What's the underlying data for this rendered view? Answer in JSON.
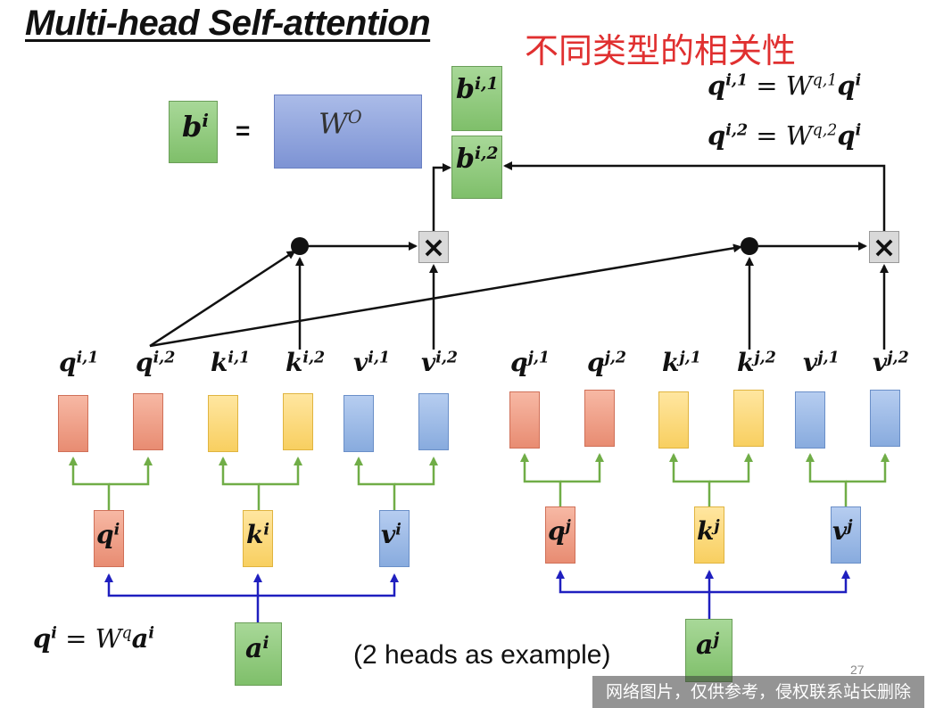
{
  "title": "Multi-head Self-attention",
  "subtitle": "不同类型的相关性",
  "output": {
    "b": "b",
    "b_sup": "i",
    "equals": "=",
    "wo": "W",
    "wo_sup": "O",
    "b1": "b",
    "b1_sup": "i,1",
    "b2": "b",
    "b2_sup": "i,2"
  },
  "formulas": [
    {
      "lhs": "q",
      "lhs_sup": "i,1",
      "eq": " = ",
      "w": "W",
      "w_sup": "q,1",
      "rhs": "q",
      "rhs_sup": "i"
    },
    {
      "lhs": "q",
      "lhs_sup": "i,2",
      "eq": " = ",
      "w": "W",
      "w_sup": "q,2",
      "rhs": "q",
      "rhs_sup": "i"
    },
    {
      "lhs": "q",
      "lhs_sup": "i",
      "eq": " = ",
      "w": "W",
      "w_sup": "q",
      "rhs": "a",
      "rhs_sup": "i"
    }
  ],
  "heads_i": [
    {
      "base": "q",
      "sup": "i,1"
    },
    {
      "base": "q",
      "sup": "i,2"
    },
    {
      "base": "k",
      "sup": "i,1"
    },
    {
      "base": "k",
      "sup": "i,2"
    },
    {
      "base": "v",
      "sup": "i,1"
    },
    {
      "base": "v",
      "sup": "i,2"
    }
  ],
  "heads_j": [
    {
      "base": "q",
      "sup": "j,1"
    },
    {
      "base": "q",
      "sup": "j,2"
    },
    {
      "base": "k",
      "sup": "j,1"
    },
    {
      "base": "k",
      "sup": "j,2"
    },
    {
      "base": "v",
      "sup": "j,1"
    },
    {
      "base": "v",
      "sup": "j,2"
    }
  ],
  "vectors_i": [
    {
      "base": "q",
      "sup": "i"
    },
    {
      "base": "k",
      "sup": "i"
    },
    {
      "base": "v",
      "sup": "i"
    }
  ],
  "vectors_j": [
    {
      "base": "q",
      "sup": "j"
    },
    {
      "base": "k",
      "sup": "j"
    },
    {
      "base": "v",
      "sup": "j"
    }
  ],
  "inputs": [
    {
      "base": "a",
      "sup": "i"
    },
    {
      "base": "a",
      "sup": "j"
    }
  ],
  "multiply_symbol": "×",
  "note": "(2 heads as example)",
  "page_number": "27",
  "watermark": "网络图片，仅供参考，侵权联系站长删除",
  "colors": {
    "query": "#e88c72",
    "key": "#f8cf60",
    "value": "#88abde",
    "output": "#7fbf6a",
    "wo": "#7d93d4",
    "split_arrow": "#70ad47",
    "input_arrow": "#1f1fbf",
    "subtitle": "#e03030"
  }
}
